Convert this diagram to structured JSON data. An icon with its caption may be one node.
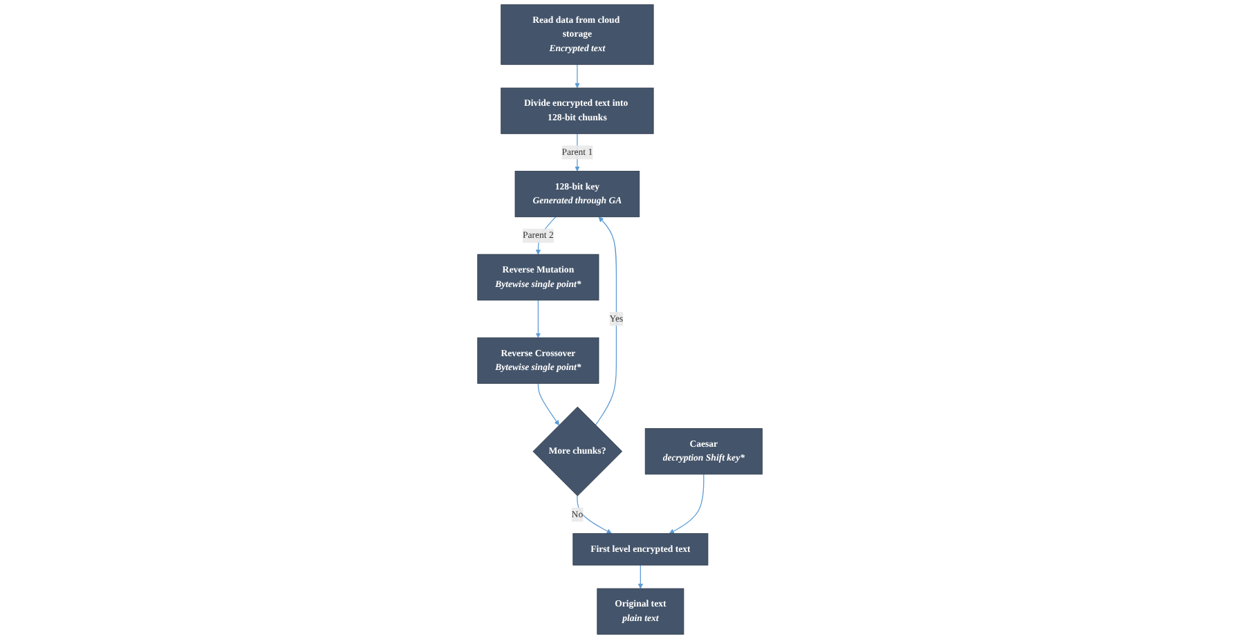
{
  "diagram": {
    "nodes": [
      {
        "text": [
          "Read data from cloud storage",
          "Encrypted text"
        ]
      },
      {
        "text": [
          "Divide encrypted text into 128-bit chunks"
        ]
      },
      {
        "text": [
          "128-bit key",
          "Generated through GA"
        ]
      },
      {
        "text": [
          "Reverse Mutation",
          "Bytewise single point*"
        ]
      },
      {
        "text": [
          "Reverse Crossover",
          "Bytewise single point*"
        ]
      },
      {
        "text": [
          "More chunks?"
        ]
      },
      {
        "text": [
          "Caesar",
          "decryption Shift key*"
        ]
      },
      {
        "text": [
          "First level encrypted text"
        ]
      },
      {
        "text": [
          "Original text",
          "plain text"
        ]
      }
    ],
    "edges": [
      {
        "from": 0,
        "to": 1,
        "arrow": "to"
      },
      {
        "from": 1,
        "to": 2,
        "arrow": "to",
        "label": "Parent 1"
      },
      {
        "from": 2,
        "to": 3,
        "arrow": "to",
        "label": "Parent 2"
      },
      {
        "from": 3,
        "to": 4,
        "arrow": "to"
      },
      {
        "from": 4,
        "to": 5,
        "arrow": "to"
      },
      {
        "from": 5,
        "to": 2,
        "arrow": "to",
        "label": "Yes"
      },
      {
        "from": 5,
        "to": 7,
        "arrow": "to",
        "label": "No"
      },
      {
        "from": 6,
        "to": 7,
        "arrow": "to"
      },
      {
        "from": 7,
        "to": 8,
        "arrow": "to"
      }
    ]
  }
}
